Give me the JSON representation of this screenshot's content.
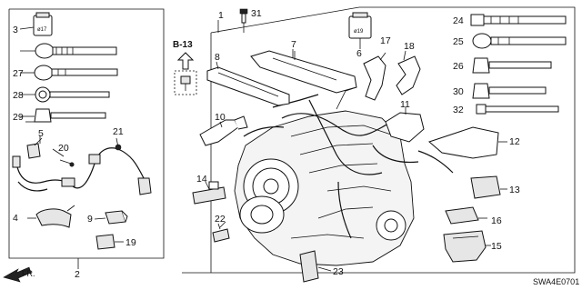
{
  "diagram": {
    "code": "SWA4E0701",
    "reference": "B-13",
    "direction": "FR.",
    "clip_sizes": {
      "item3": "ø17",
      "item6": "ø19"
    },
    "callouts": [
      "1",
      "2",
      "3",
      "4",
      "5",
      "6",
      "7",
      "8",
      "9",
      "10",
      "11",
      "12",
      "13",
      "14",
      "15",
      "16",
      "17",
      "18",
      "19",
      "20",
      "21",
      "22",
      "23",
      "24",
      "25",
      "26",
      "27",
      "28",
      "29",
      "30",
      "31",
      "32"
    ]
  }
}
